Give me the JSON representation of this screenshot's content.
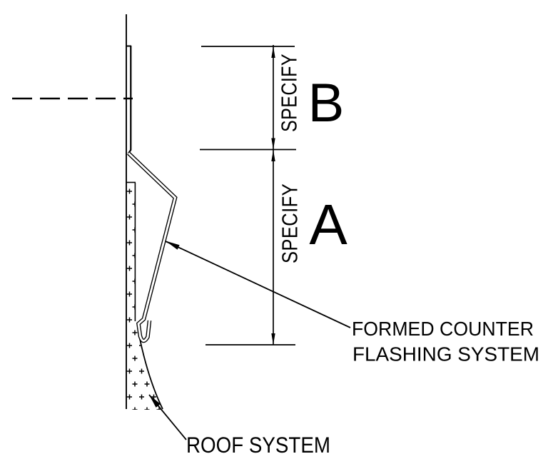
{
  "colors": {
    "ink": "#000000",
    "background": "#ffffff"
  },
  "dimension_b": {
    "specify": "SPECIFY",
    "letter": "B"
  },
  "dimension_a": {
    "specify": "SPECIFY",
    "letter": "A"
  },
  "callouts": {
    "counter_flashing": {
      "line1": "FORMED COUNTER",
      "line2": "FLASHING SYSTEM"
    },
    "roof_system": "ROOF SYSTEM"
  }
}
